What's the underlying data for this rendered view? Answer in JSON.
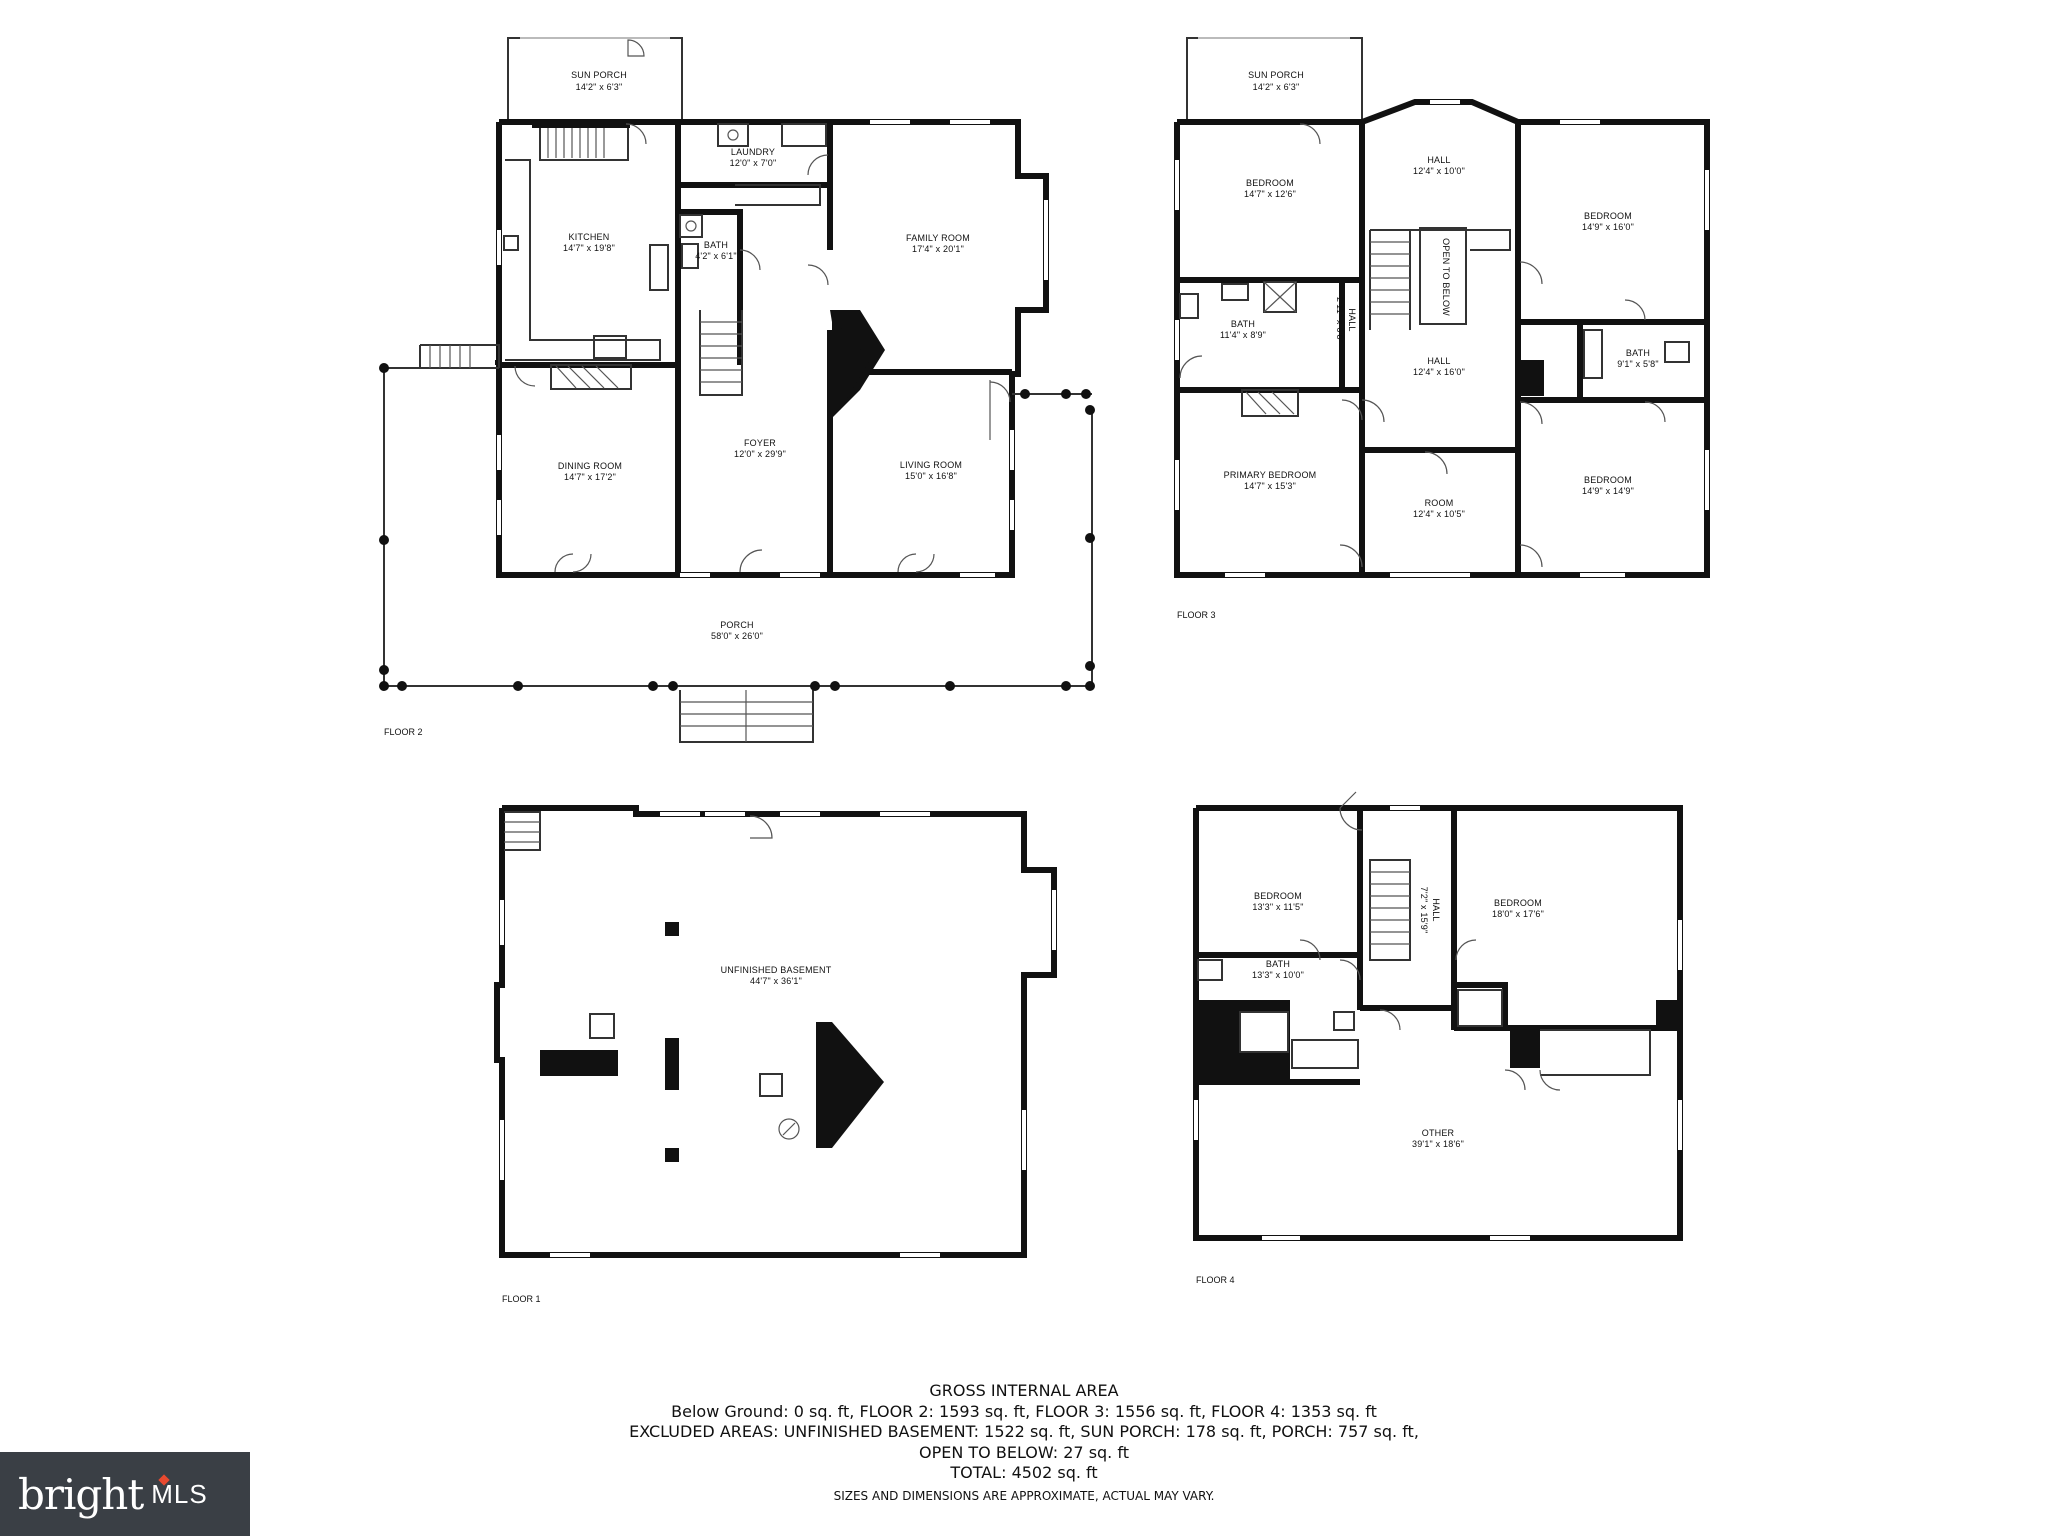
{
  "rooms": {
    "f2_sun_porch": {
      "name": "SUN PORCH",
      "dim": "14'2\" x 6'3\""
    },
    "f2_laundry": {
      "name": "LAUNDRY",
      "dim": "12'0\" x 7'0\""
    },
    "f2_kitchen": {
      "name": "KITCHEN",
      "dim": "14'7\" x 19'8\""
    },
    "f2_bath": {
      "name": "BATH",
      "dim": "4'2\" x 6'1\""
    },
    "f2_family_room": {
      "name": "FAMILY ROOM",
      "dim": "17'4\" x 20'1\""
    },
    "f2_dining_room": {
      "name": "DINING ROOM",
      "dim": "14'7\" x 17'2\""
    },
    "f2_foyer": {
      "name": "FOYER",
      "dim": "12'0\" x 29'9\""
    },
    "f2_living_room": {
      "name": "LIVING ROOM",
      "dim": "15'0\" x 16'8\""
    },
    "f2_porch": {
      "name": "PORCH",
      "dim": "58'0\" x 26'0\""
    },
    "f3_sun_porch": {
      "name": "SUN PORCH",
      "dim": "14'2\" x 6'3\""
    },
    "f3_bedroom_nw": {
      "name": "BEDROOM",
      "dim": "14'7\" x 12'6\""
    },
    "f3_hall_top": {
      "name": "HALL",
      "dim": "12'4\" x 10'0\""
    },
    "f3_bedroom_ne": {
      "name": "BEDROOM",
      "dim": "14'9\" x 16'0\""
    },
    "f3_open_to_below": {
      "name": "OPEN TO BELOW"
    },
    "f3_bath_w": {
      "name": "BATH",
      "dim": "11'4\" x 8'9\""
    },
    "f3_hall_small": {
      "name": "HALL",
      "dim": "2'11\" x 6'8\""
    },
    "f3_hall_mid": {
      "name": "HALL",
      "dim": "12'4\" x 16'0\""
    },
    "f3_bath_e": {
      "name": "BATH",
      "dim": "9'1\" x 5'8\""
    },
    "f3_primary_bedroom": {
      "name": "PRIMARY BEDROOM",
      "dim": "14'7\" x 15'3\""
    },
    "f3_room": {
      "name": "ROOM",
      "dim": "12'4\" x 10'5\""
    },
    "f3_bedroom_se": {
      "name": "BEDROOM",
      "dim": "14'9\" x 14'9\""
    },
    "f1_unfinished_basement": {
      "name": "UNFINISHED BASEMENT",
      "dim": "44'7\" x 36'1\""
    },
    "f4_bedroom_w": {
      "name": "BEDROOM",
      "dim": "13'3\" x 11'5\""
    },
    "f4_hall": {
      "name": "HALL",
      "dim": "7'2\" x 15'9\""
    },
    "f4_bedroom_e": {
      "name": "BEDROOM",
      "dim": "18'0\" x 17'6\""
    },
    "f4_bath": {
      "name": "BATH",
      "dim": "13'3\" x 10'0\""
    },
    "f4_other": {
      "name": "OTHER",
      "dim": "39'1\" x 18'6\""
    }
  },
  "floor_labels": {
    "floor1": "FLOOR 1",
    "floor2": "FLOOR 2",
    "floor3": "FLOOR 3",
    "floor4": "FLOOR 4"
  },
  "summary": {
    "title": "GROSS INTERNAL AREA",
    "line1": "Below Ground: 0 sq. ft, FLOOR 2: 1593 sq. ft, FLOOR 3: 1556 sq. ft, FLOOR 4: 1353 sq. ft",
    "line2": "EXCLUDED AREAS: UNFINISHED BASEMENT: 1522 sq. ft, SUN PORCH: 178 sq. ft, PORCH: 757 sq. ft,",
    "line3": "OPEN TO BELOW: 27 sq. ft",
    "line4": "TOTAL: 4502 sq. ft",
    "note": "SIZES AND DIMENSIONS ARE APPROXIMATE, ACTUAL MAY VARY."
  },
  "logo": {
    "brand": "bright",
    "suffix": "MLS",
    "accent_color": "#e8492f",
    "background": "#3a3f45"
  },
  "colors": {
    "wall": "#111111",
    "background": "#ffffff"
  }
}
